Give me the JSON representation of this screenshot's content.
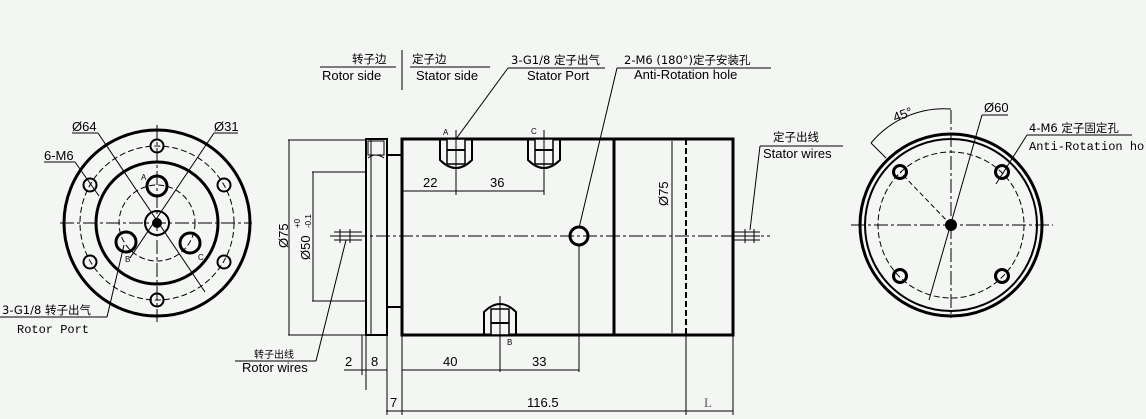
{
  "header": {
    "rotor_side_cn": "转子边",
    "rotor_side": "Rotor side",
    "stator_side_cn": "定子边",
    "stator_side": "Stator side"
  },
  "left_view": {
    "dia_outer": "Ø64",
    "dia_inner": "Ø31",
    "bolt_holes": "6-M6",
    "rotor_port_cn": "3-G1/8 转子出气",
    "rotor_port": "Rotor Port",
    "port_labels": [
      "A",
      "B",
      "C"
    ]
  },
  "side_view": {
    "stator_port_cn": "3-G1/8 定子出气",
    "stator_port": "Stator Port",
    "anti_rot_cn": "2-M6 (180°)定子安装孔",
    "anti_rot": "Anti-Rotation hole",
    "rotor_wires_cn": "转子出线",
    "rotor_wires": "Rotor wires",
    "stator_wires_cn": "定子出线",
    "stator_wires": "Stator wires",
    "port_labels": [
      "A",
      "C",
      "B"
    ],
    "dims": {
      "d75_left": "Ø75",
      "d50": "Ø50",
      "d50_tol_upper": "+0",
      "d50_tol_lower": "-0.1",
      "d75_body": "Ø75",
      "a22": "22",
      "a36": "36",
      "a2": "2",
      "a8": "8",
      "a40": "40",
      "a33": "33",
      "a7": "7",
      "a116": "116.5",
      "L": "L"
    }
  },
  "right_view": {
    "angle": "45°",
    "dia": "Ø60",
    "holes_cn": "4-M6 定子固定孔",
    "holes": "Anti-Rotation hole"
  }
}
